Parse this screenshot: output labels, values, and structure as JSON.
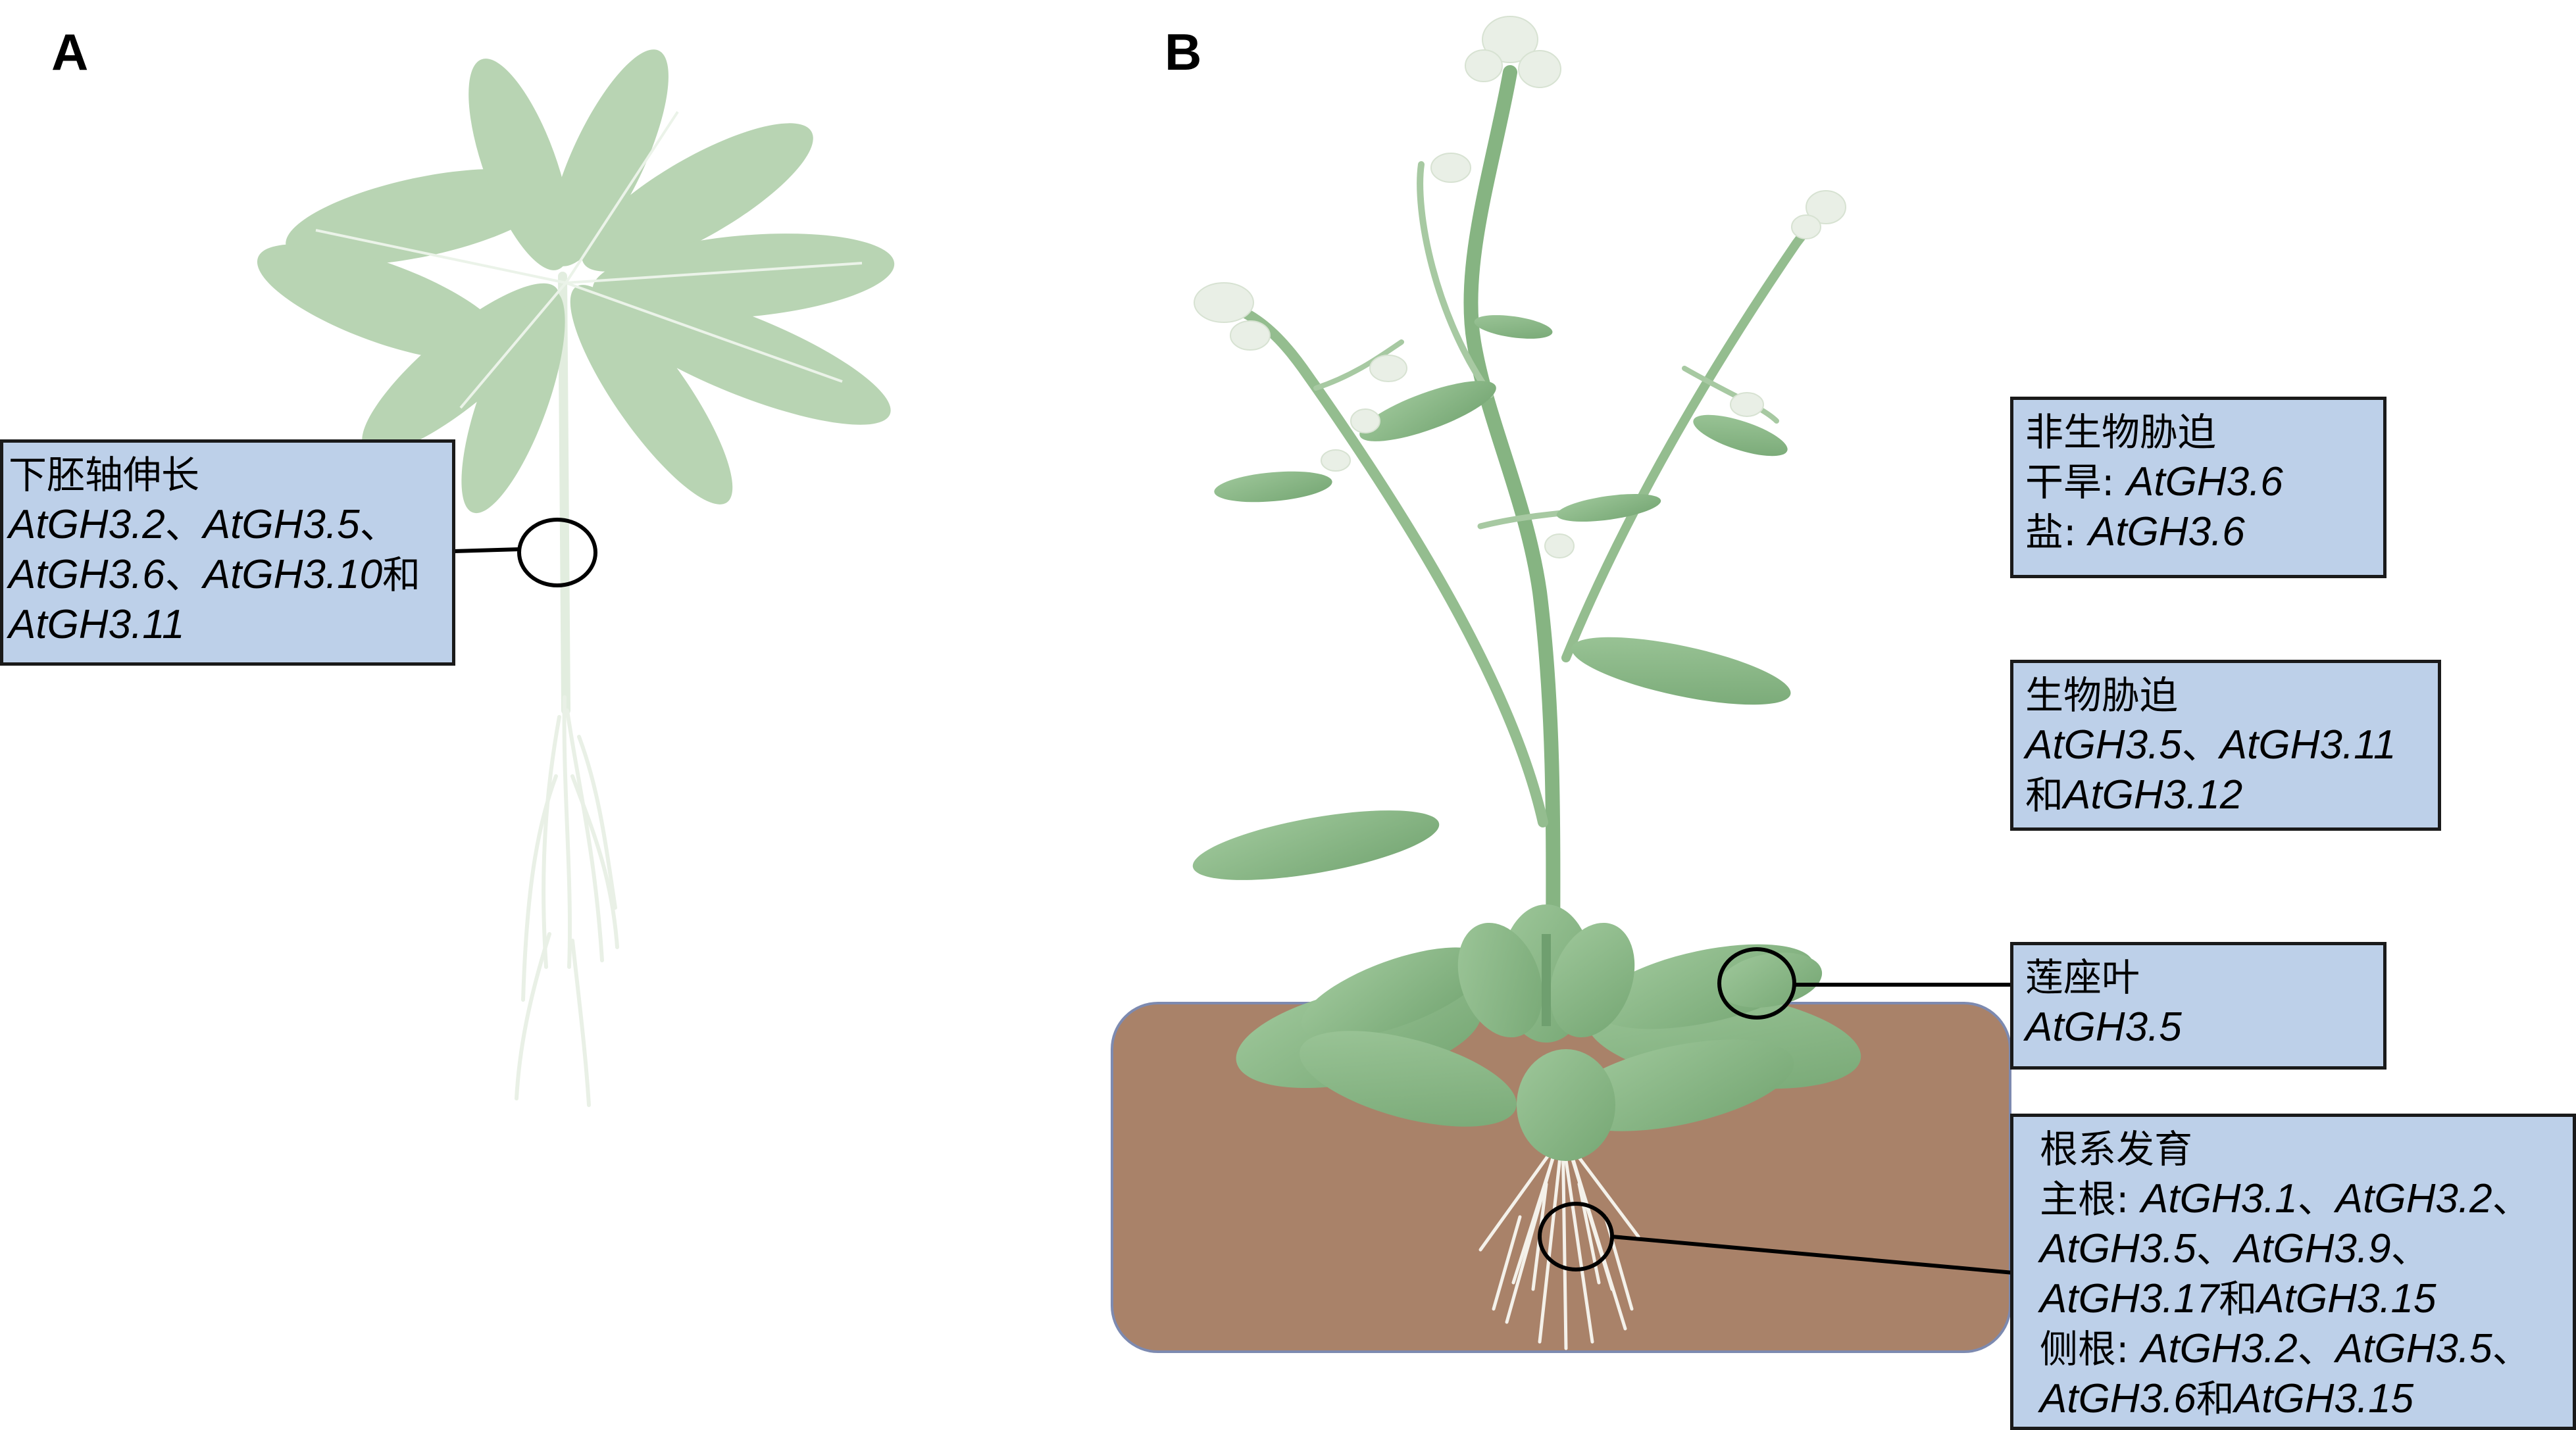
{
  "panel_labels": {
    "a": "A",
    "b": "B"
  },
  "boxes": {
    "hypocotyl": {
      "title": "下胚轴伸长",
      "lines": [
        [
          {
            "t": "AtGH3.2",
            "g": true
          },
          {
            "t": "、",
            "g": false
          },
          {
            "t": "AtGH3.5",
            "g": true
          },
          {
            "t": "、",
            "g": false
          }
        ],
        [
          {
            "t": "AtGH3.6",
            "g": true
          },
          {
            "t": "、",
            "g": false
          },
          {
            "t": "AtGH3.10",
            "g": true
          },
          {
            "t": "和",
            "g": false
          }
        ],
        [
          {
            "t": "AtGH3.11",
            "g": true
          }
        ]
      ]
    },
    "abiotic": {
      "title": "非生物胁迫",
      "lines": [
        [
          {
            "t": "干旱: ",
            "g": false
          },
          {
            "t": "AtGH3.6",
            "g": true
          }
        ],
        [
          {
            "t": "盐: ",
            "g": false
          },
          {
            "t": "AtGH3.6",
            "g": true
          }
        ]
      ]
    },
    "biotic": {
      "title": "生物胁迫",
      "lines": [
        [
          {
            "t": "AtGH3.5",
            "g": true
          },
          {
            "t": "、",
            "g": false
          },
          {
            "t": "AtGH3.11",
            "g": true
          }
        ],
        [
          {
            "t": "和",
            "g": false
          },
          {
            "t": "AtGH3.12",
            "g": true
          }
        ]
      ]
    },
    "rosette": {
      "title": "莲座叶",
      "lines": [
        [
          {
            "t": "AtGH3.5",
            "g": true
          }
        ]
      ]
    },
    "root": {
      "title": "根系发育",
      "lines": [
        [
          {
            "t": "主根: ",
            "g": false
          },
          {
            "t": "AtGH3.1",
            "g": true
          },
          {
            "t": "、",
            "g": false
          },
          {
            "t": "AtGH3.2",
            "g": true
          },
          {
            "t": "、",
            "g": false
          }
        ],
        [
          {
            "t": "AtGH3.5",
            "g": true
          },
          {
            "t": "、",
            "g": false
          },
          {
            "t": "AtGH3.9",
            "g": true
          },
          {
            "t": "、",
            "g": false
          }
        ],
        [
          {
            "t": "AtGH3.17",
            "g": true
          },
          {
            "t": "和",
            "g": false
          },
          {
            "t": "AtGH3.15",
            "g": true
          }
        ],
        [
          {
            "t": "侧根: ",
            "g": false
          },
          {
            "t": "AtGH3.2",
            "g": true
          },
          {
            "t": "、",
            "g": false
          },
          {
            "t": "AtGH3.5",
            "g": true
          },
          {
            "t": "、",
            "g": false
          }
        ],
        [
          {
            "t": "AtGH3.6",
            "g": true
          },
          {
            "t": "和",
            "g": false
          },
          {
            "t": "AtGH3.15",
            "g": true
          }
        ]
      ]
    }
  },
  "colors": {
    "leaf": "#8fbc8f",
    "leaf_dark": "#6f9f6f",
    "leaf_faint": "#c7dcc3",
    "soil": "#a98269",
    "soil_border": "#7d8ab0",
    "box_fill": "#bdd0e9",
    "root": "#f2efe7",
    "flower": "#e9efe6"
  }
}
